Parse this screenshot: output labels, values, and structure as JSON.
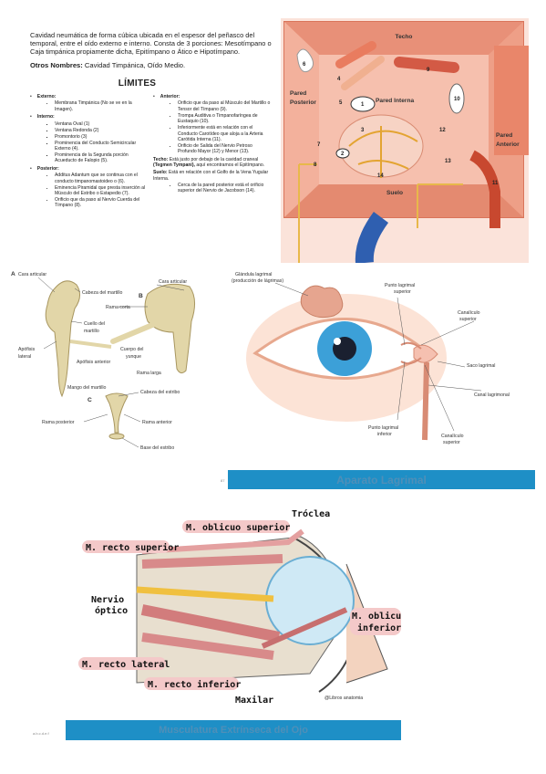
{
  "intro": {
    "description": "Cavidad neumática de forma cúbica ubicada en el espesor del peñasco del temporal, entre el oído externo e interno. Consta de 3 porciones: Mesotímpano o Caja timpánica propiamente dicha, Epitímpano o Ático e Hipotímpano.",
    "otros_label": "Otros Nombres:",
    "otros_value": " Cavidad Timpánica, Oído Medio."
  },
  "limites": {
    "title": "LÍMITES",
    "externo": {
      "label": "Externo:",
      "items": [
        "Membrana Timpánica (No se ve en la Imagen)."
      ]
    },
    "interno": {
      "label": "Interno:",
      "items": [
        "Ventana Oval (1)",
        "Ventana Redonda (2)",
        "Promontorio (3)",
        "Prominencia del Conducto Semicircular Externo (4).",
        "Prominencia de la Segunda porción Acueducto de Falopio (5)."
      ]
    },
    "posterior": {
      "label": "Posterior:",
      "items": [
        "Additus Adantum que se continua con el conducto timpanomastoideo o (6).",
        "Eminencia Piramidal que presta inserción al Músculo del Estribo o Estapedio (7).",
        "Orificio que da paso al Nervio Cuerda del Tímpano (8)."
      ]
    },
    "anterior": {
      "label": "Anterior:",
      "items": [
        "Orificio que da paso al Músculo del Martillo o Tensor del Tímpano (9).",
        "Trompa Auditiva o Timpanofaríngea de Eustaquio (10).",
        "Inferiormente está en relación con el Conducto Carotídeo que aloja a la Arteria Carótida Interna (11).",
        "Orificio de Salida del Nervio Petroso Profundo Mayor (12) y Menor (13)."
      ]
    },
    "techo": {
      "label": "Techo:",
      "text": " Está justo por debajo de la cavidad craneal ",
      "bold": "(Tegmen Tympani),",
      "tail": " aquí encontramos el Epitímpano."
    },
    "suelo": {
      "label": "Suelo:",
      "text": " Está en relación con el Golfo de la Vena Yugular Interna.",
      "items": [
        "Cerca de la pared posterior está el orificio superior del Nervio de Jacobson (14)."
      ]
    }
  },
  "caja_diagram": {
    "techo": "Techo",
    "pared_posterior_1": "Pared",
    "pared_posterior_2": "Posterior",
    "pared_interna": "Pared Interna",
    "pared_anterior_1": "Pared",
    "pared_anterior_2": "Anterior",
    "suelo": "Suelo",
    "numbers": [
      "1",
      "2",
      "3",
      "4",
      "5",
      "6",
      "7",
      "8",
      "9",
      "10",
      "11",
      "12",
      "13",
      "14"
    ]
  },
  "osiculos": {
    "a": "A",
    "b": "B",
    "c": "C",
    "cara_articular_a": "Cara articular",
    "cabeza_martillo": "Cabeza del martillo",
    "cuello_1": "Cuello del",
    "cuello_2": "martillo",
    "apofisis_lateral_1": "Apófisis",
    "apofisis_lateral_2": "lateral",
    "apofisis_anterior": "Apófisis anterior",
    "mango_martillo": "Mango del martillo",
    "cara_articular_b": "Cara articular",
    "rama_corta": "Rama corta",
    "cuerpo_1": "Cuerpo del",
    "cuerpo_2": "yunque",
    "rama_larga": "Rama larga",
    "cabeza_estribo": "Cabeza del estribo",
    "rama_posterior": "Rama posterior",
    "rama_anterior": "Rama anterior",
    "base_estribo": "Base del estribo"
  },
  "lagrimal": {
    "glandula_1": "Glándula lagrimal",
    "glandula_2": "(producción de lágrimas)",
    "punto_sup_1": "Punto lagrimal",
    "punto_sup_2": "superior",
    "canaliculo_sup_1": "Canalículo",
    "canaliculo_sup_2": "superior",
    "saco": "Saco lagrimal",
    "canal": "Canal lagrimonal",
    "punto_inf_1": "Punto lagrimal",
    "punto_inf_2": "inferior",
    "canaliculo_inf_1": "Canalículo",
    "canaliculo_inf_2": "superior",
    "banner": "Aparato Lagrimal",
    "mark": "87"
  },
  "musculos": {
    "troclea": "Tróclea",
    "oblicuo_superior": "M. oblicuo superior",
    "recto_superior": "M. recto superior",
    "nervio_1": "Nervio",
    "nervio_2": "óptico",
    "oblicuo_inferior_1": "M. oblicuo",
    "oblicuo_inferior_2": "inferior",
    "recto_lateral": "M. recto lateral",
    "recto_inferior": "M. recto inferior",
    "maxilar": "Maxilar",
    "firma": "@Libros anatomia",
    "banner": "Musculatura Extrínseca del Ojo",
    "mark": "a.b.c.d.e.f"
  },
  "colors": {
    "banner": "#1e8fc6",
    "banner_text": "#4f8fb8",
    "label_pill": "#f4c9c9",
    "box": "#f2a48a"
  }
}
